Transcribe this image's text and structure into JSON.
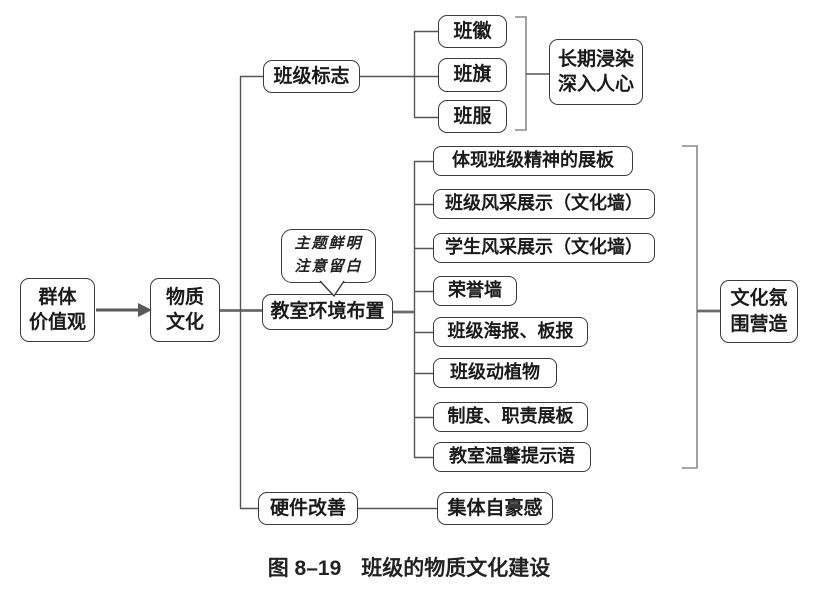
{
  "figure": {
    "caption_label": "图 8–19",
    "caption_title": "班级的物质文化建设"
  },
  "nodes": {
    "root": {
      "label": "群体\n价值观"
    },
    "material_culture": {
      "label": "物质\n文化"
    },
    "class_sign": {
      "label": "班级标志"
    },
    "class_emblem": {
      "label": "班徽"
    },
    "class_flag": {
      "label": "班旗"
    },
    "class_uniform": {
      "label": "班服"
    },
    "long_term_effect": {
      "label": "长期浸染\n深入人心"
    },
    "classroom_env": {
      "label": "教室环境布置"
    },
    "env_note": {
      "label": "主题鲜明\n注意留白"
    },
    "culture_atmosphere": {
      "label": "文化氛\n围营造"
    },
    "hardware": {
      "label": "硬件改善"
    },
    "collective_pride": {
      "label": "集体自豪感"
    }
  },
  "classroom_items": [
    "体现班级精神的展板",
    "班级风采展示（文化墙）",
    "学生风采展示（文化墙）",
    "荣誉墙",
    "班级海报、板报",
    "班级动植物",
    "制度、职责展板",
    "教室温馨提示语"
  ],
  "colors": {
    "box_border": "#3b3b3b",
    "line_thin": "#555555",
    "line_thick": "#6a6a6a",
    "bracket": "#8a8a8a",
    "arrow": "#5a5a5a",
    "text": "#1a1a1a"
  }
}
